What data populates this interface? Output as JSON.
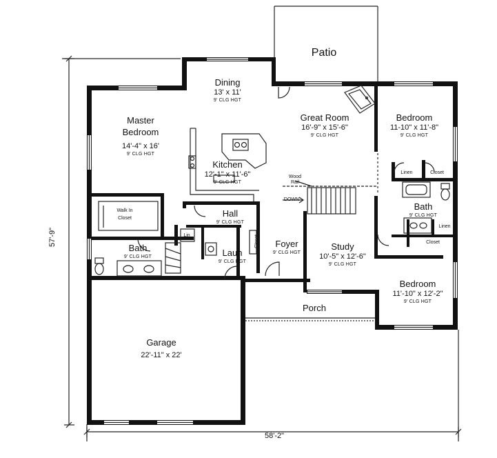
{
  "rooms": {
    "patio": {
      "name": "Patio"
    },
    "dining": {
      "name": "Dining",
      "dim": "13' x 11'",
      "clg": "9' CLG HGT"
    },
    "great_room": {
      "name": "Great Room",
      "dim": "16'-9\" x 15'-6\"",
      "clg": "9' CLG HGT"
    },
    "bedroom_ne": {
      "name": "Bedroom",
      "dim": "11-10\" x 11'-8\"",
      "clg": "9' CLG HGT"
    },
    "master_bedroom": {
      "name_line1": "Master",
      "name_line2": "Bedroom",
      "dim": "14'-4\" x 16'",
      "clg": "9' CLG HGT"
    },
    "kitchen": {
      "name": "Kitchen",
      "dim": "12'-1\" x 11'-6\"",
      "clg": "9' CLG HGT"
    },
    "linen_top": {
      "name": "Linen"
    },
    "closet_top": {
      "name": "Closet"
    },
    "bath_right": {
      "name": "Bath",
      "clg": "9' CLG HGT"
    },
    "linen_bottom": {
      "name": "Linen"
    },
    "closet_right": {
      "name": "Closet"
    },
    "walk_in_closet": {
      "line1": "Walk In",
      "line2": "Closet"
    },
    "hall": {
      "name": "Hall",
      "clg": "9' CLG HGT"
    },
    "bath_left": {
      "name": "Bath",
      "clg": "9' CLG HGT"
    },
    "lin_small": {
      "name": "Lin"
    },
    "laundry": {
      "name": "Laun",
      "clg": "9' CLG HGT"
    },
    "closet_foyer": {
      "name": "Closet"
    },
    "foyer": {
      "name": "Foyer",
      "clg": "9' CLG HGT"
    },
    "study": {
      "name": "Study",
      "dim": "10'-5\" x 12'-6\"",
      "clg": "9' CLG HGT"
    },
    "bedroom_se": {
      "name": "Bedroom",
      "dim": "11'-10\" x 12'-2\"",
      "clg": "9' CLG HGT"
    },
    "porch": {
      "name": "Porch"
    },
    "garage": {
      "name": "Garage",
      "dim": "22'-11\" x 22'"
    }
  },
  "annotations": {
    "wood_rail_1": "Wood",
    "wood_rail_2": "Rail",
    "stair_down": "DOWN"
  },
  "dimensions": {
    "overall_width": "58'-2\"",
    "overall_depth": "57'-9\""
  }
}
